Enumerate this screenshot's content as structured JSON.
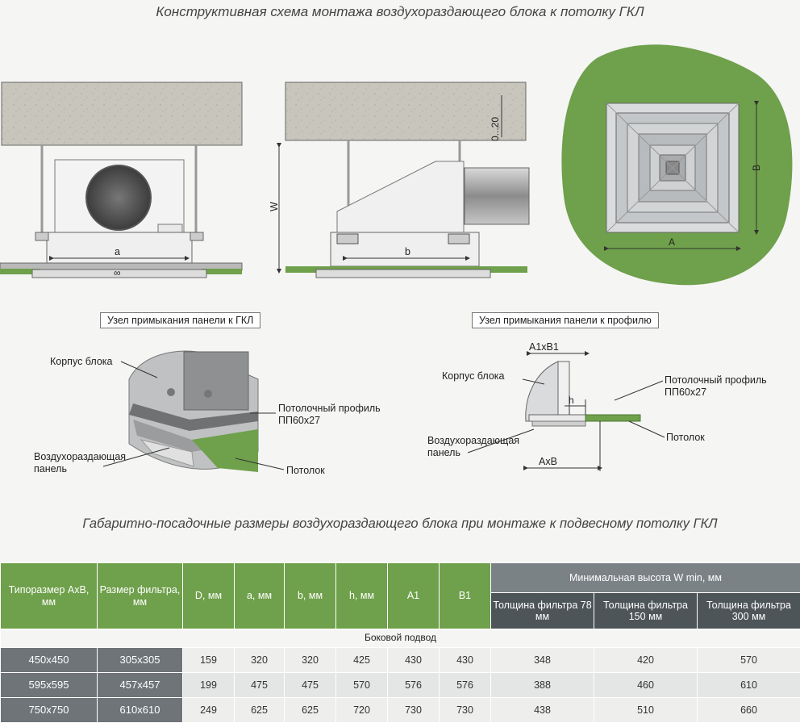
{
  "titles": {
    "top": "Конструктивная схема монтажа воздухораздающего блока к потолку ГКЛ",
    "middle": "Габаритно-посадочные размеры воздухораздающего блока при монтаже к подвесному потолку ГКЛ"
  },
  "diagram": {
    "labels": {
      "a": "a",
      "b": "b",
      "w": "W",
      "gap": "0...20",
      "A": "A",
      "B": "B",
      "h": "h",
      "axb": "AxB",
      "a1xb1": "A1xB1",
      "inf": "∞"
    },
    "node1": {
      "title": "Узел примыкания панели к ГКЛ",
      "housing": "Корпус блока",
      "profile_line1": "Потолочный профиль",
      "profile_line2": "ПП60x27",
      "panel_line1": "Воздухораздающая",
      "panel_line2": "панель",
      "ceiling": "Потолок"
    },
    "node2": {
      "title": "Узел примыкания панели к профилю",
      "housing": "Корпус блока",
      "profile_line1": "Потолочный профиль",
      "profile_line2": "ПП60x27",
      "panel_line1": "Воздухораздающая",
      "panel_line2": "панель",
      "ceiling": "Потолок"
    }
  },
  "table": {
    "headers": {
      "size": "Типоразмер АxВ, мм",
      "filter": "Размер фильтра, мм",
      "D": "D, мм",
      "a": "a, мм",
      "b": "b, мм",
      "h": "h, мм",
      "A1": "A1",
      "B1": "B1",
      "wmin": "Минимальная высота W min, мм",
      "f78": "Толщина фильтра 78 мм",
      "f150": "Толщина фильтра 150 мм",
      "f300": "Толщина фильтра 300 мм"
    },
    "subheader": "Боковой подвод",
    "rows": [
      {
        "size": "450x450",
        "filter": "305x305",
        "D": "159",
        "a": "320",
        "b": "320",
        "h": "425",
        "A1": "430",
        "B1": "430",
        "f78": "348",
        "f150": "420",
        "f300": "570"
      },
      {
        "size": "595x595",
        "filter": "457x457",
        "D": "199",
        "a": "475",
        "b": "475",
        "h": "570",
        "A1": "576",
        "B1": "576",
        "f78": "388",
        "f150": "460",
        "f300": "610"
      },
      {
        "size": "750x750",
        "filter": "610x610",
        "D": "249",
        "a": "625",
        "b": "625",
        "h": "720",
        "A1": "730",
        "B1": "730",
        "f78": "438",
        "f150": "510",
        "f300": "660"
      }
    ]
  },
  "colors": {
    "green": "#6fa04b",
    "concrete": "#c9c6bd",
    "header_gray": "#7b8286",
    "header_dark": "#4d5559"
  }
}
